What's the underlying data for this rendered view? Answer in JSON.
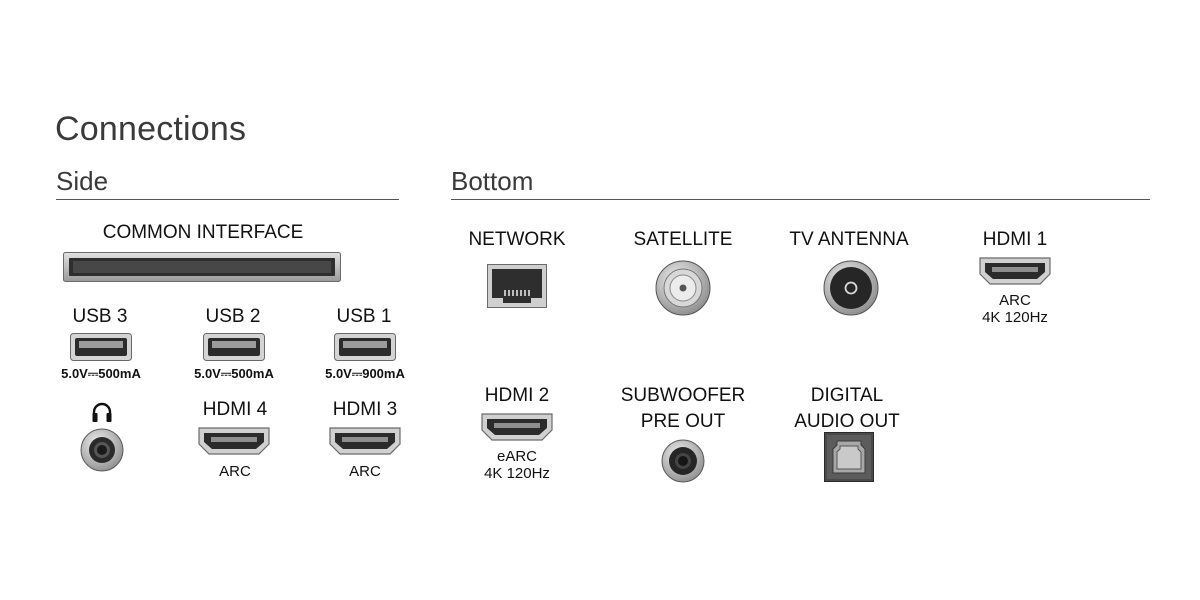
{
  "title": "Connections",
  "side": {
    "heading": "Side",
    "common_interface": "COMMON INTERFACE",
    "usb3": {
      "label": "USB 3",
      "spec": "5.0V⎓500mA"
    },
    "usb2": {
      "label": "USB 2",
      "spec": "5.0V⎓500mA"
    },
    "usb1": {
      "label": "USB 1",
      "spec": "5.0V⎓900mA"
    },
    "headphone_icon": "headphone-icon",
    "hdmi4": {
      "label": "HDMI 4",
      "sub": "ARC"
    },
    "hdmi3": {
      "label": "HDMI 3",
      "sub": "ARC"
    }
  },
  "bottom": {
    "heading": "Bottom",
    "network": {
      "label": "NETWORK"
    },
    "satellite": {
      "label": "SATELLITE"
    },
    "tv_antenna": {
      "label": "TV ANTENNA"
    },
    "hdmi1": {
      "label": "HDMI 1",
      "sub1": "ARC",
      "sub2": "4K 120Hz"
    },
    "hdmi2": {
      "label": "HDMI 2",
      "sub1": "eARC",
      "sub2": "4K 120Hz"
    },
    "subwoofer": {
      "line1": "SUBWOOFER",
      "line2": "PRE OUT"
    },
    "digital_audio": {
      "line1": "DIGITAL",
      "line2": "AUDIO OUT"
    }
  },
  "colors": {
    "port_metal": "#c9c9c9",
    "port_dark": "#2b2b2b",
    "rule": "#555555"
  }
}
